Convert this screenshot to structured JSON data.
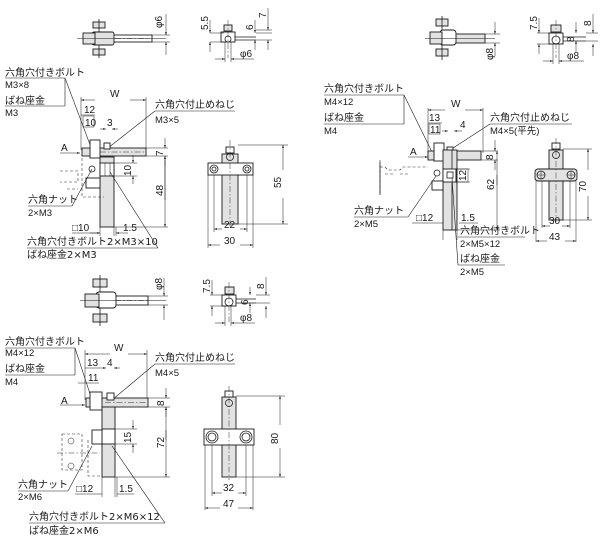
{
  "drawing_title": "",
  "size_small": {
    "top_view": {
      "dia_label": "φ6"
    },
    "end_view": {
      "dim_a": "5.5",
      "dim_b": "6",
      "dim_c": "7",
      "dia_label": "φ6"
    },
    "callouts": {
      "bolt_title": "六角穴付きボルト",
      "bolt_spec": "M3×8",
      "washer_title": "ばね座金",
      "washer_spec": "M3",
      "setscrew_title": "六角穴付止めねじ",
      "setscrew_spec": "M3×5",
      "nut_title": "六角ナット",
      "nut_spec": "2×M3",
      "bolt2_spec": "六角穴付きボルト2×M3×10",
      "washer2_spec": "ばね座金2×M3"
    },
    "side_view": {
      "w_label": "W",
      "dim_12": "12",
      "dim_10": "10",
      "dim_3": "3",
      "arrow_label": "A",
      "dim_7": "7",
      "dim_10v": "10",
      "dim_48": "48",
      "square_label": "□10",
      "dim_1_5": "1.5"
    },
    "front_view": {
      "dim_55": "55",
      "dim_22": "22",
      "dim_30": "30"
    }
  },
  "size_large": {
    "top_view": {
      "dia_label": "φ8"
    },
    "end_view": {
      "dim_a": "7.5",
      "dim_b": "8",
      "dim_c": "8",
      "dia_label": "φ8"
    },
    "callouts": {
      "bolt_title": "六角穴付きボルト",
      "bolt_spec": "M4×12",
      "washer_title": "ばね座金",
      "washer_spec": "M4",
      "setscrew_title": "六角穴付止めねじ",
      "setscrew_spec": "M4×5(平先)",
      "nut_title": "六角ナット",
      "nut_spec": "2×M5",
      "bolt2_title": "六角穴付きボルト",
      "bolt2_spec": "2×M5×12",
      "washer2_title": "ばね座金",
      "washer2_spec": "2×M5"
    },
    "side_view": {
      "w_label": "W",
      "dim_13": "13",
      "dim_11": "11",
      "dim_4": "4",
      "arrow_label": "A",
      "dim_8": "8",
      "dim_12v": "12",
      "dim_62": "62",
      "square_label": "□12",
      "dim_1_5": "1.5"
    },
    "front_view": {
      "dim_70": "70",
      "dim_30": "30",
      "dim_43": "43"
    }
  },
  "size_medium": {
    "top_view": {
      "dia_label": "φ8"
    },
    "end_view": {
      "dim_a": "7.5",
      "dim_b": "6",
      "dim_c": "8",
      "dia_label": "φ8"
    },
    "callouts": {
      "bolt_title": "六角穴付きボルト",
      "bolt_spec": "M4×12",
      "washer_title": "ばね座金",
      "washer_spec": "M4",
      "setscrew_title": "六角穴付止めねじ",
      "setscrew_spec": "M4×5",
      "nut_title": "六角ナット",
      "nut_spec": "2×M6",
      "bolt2_spec": "六角穴付きボルト2×M6×12",
      "washer2_spec": "ばね座金2×M6"
    },
    "side_view": {
      "w_label": "W",
      "dim_13": "13",
      "dim_11": "11",
      "dim_4": "4",
      "arrow_label": "A",
      "dim_8": "8",
      "dim_15v": "15",
      "dim_72": "72",
      "square_label": "□12",
      "dim_1_5": "1.5"
    },
    "front_view": {
      "dim_80": "80",
      "dim_32": "32",
      "dim_47": "47"
    }
  }
}
